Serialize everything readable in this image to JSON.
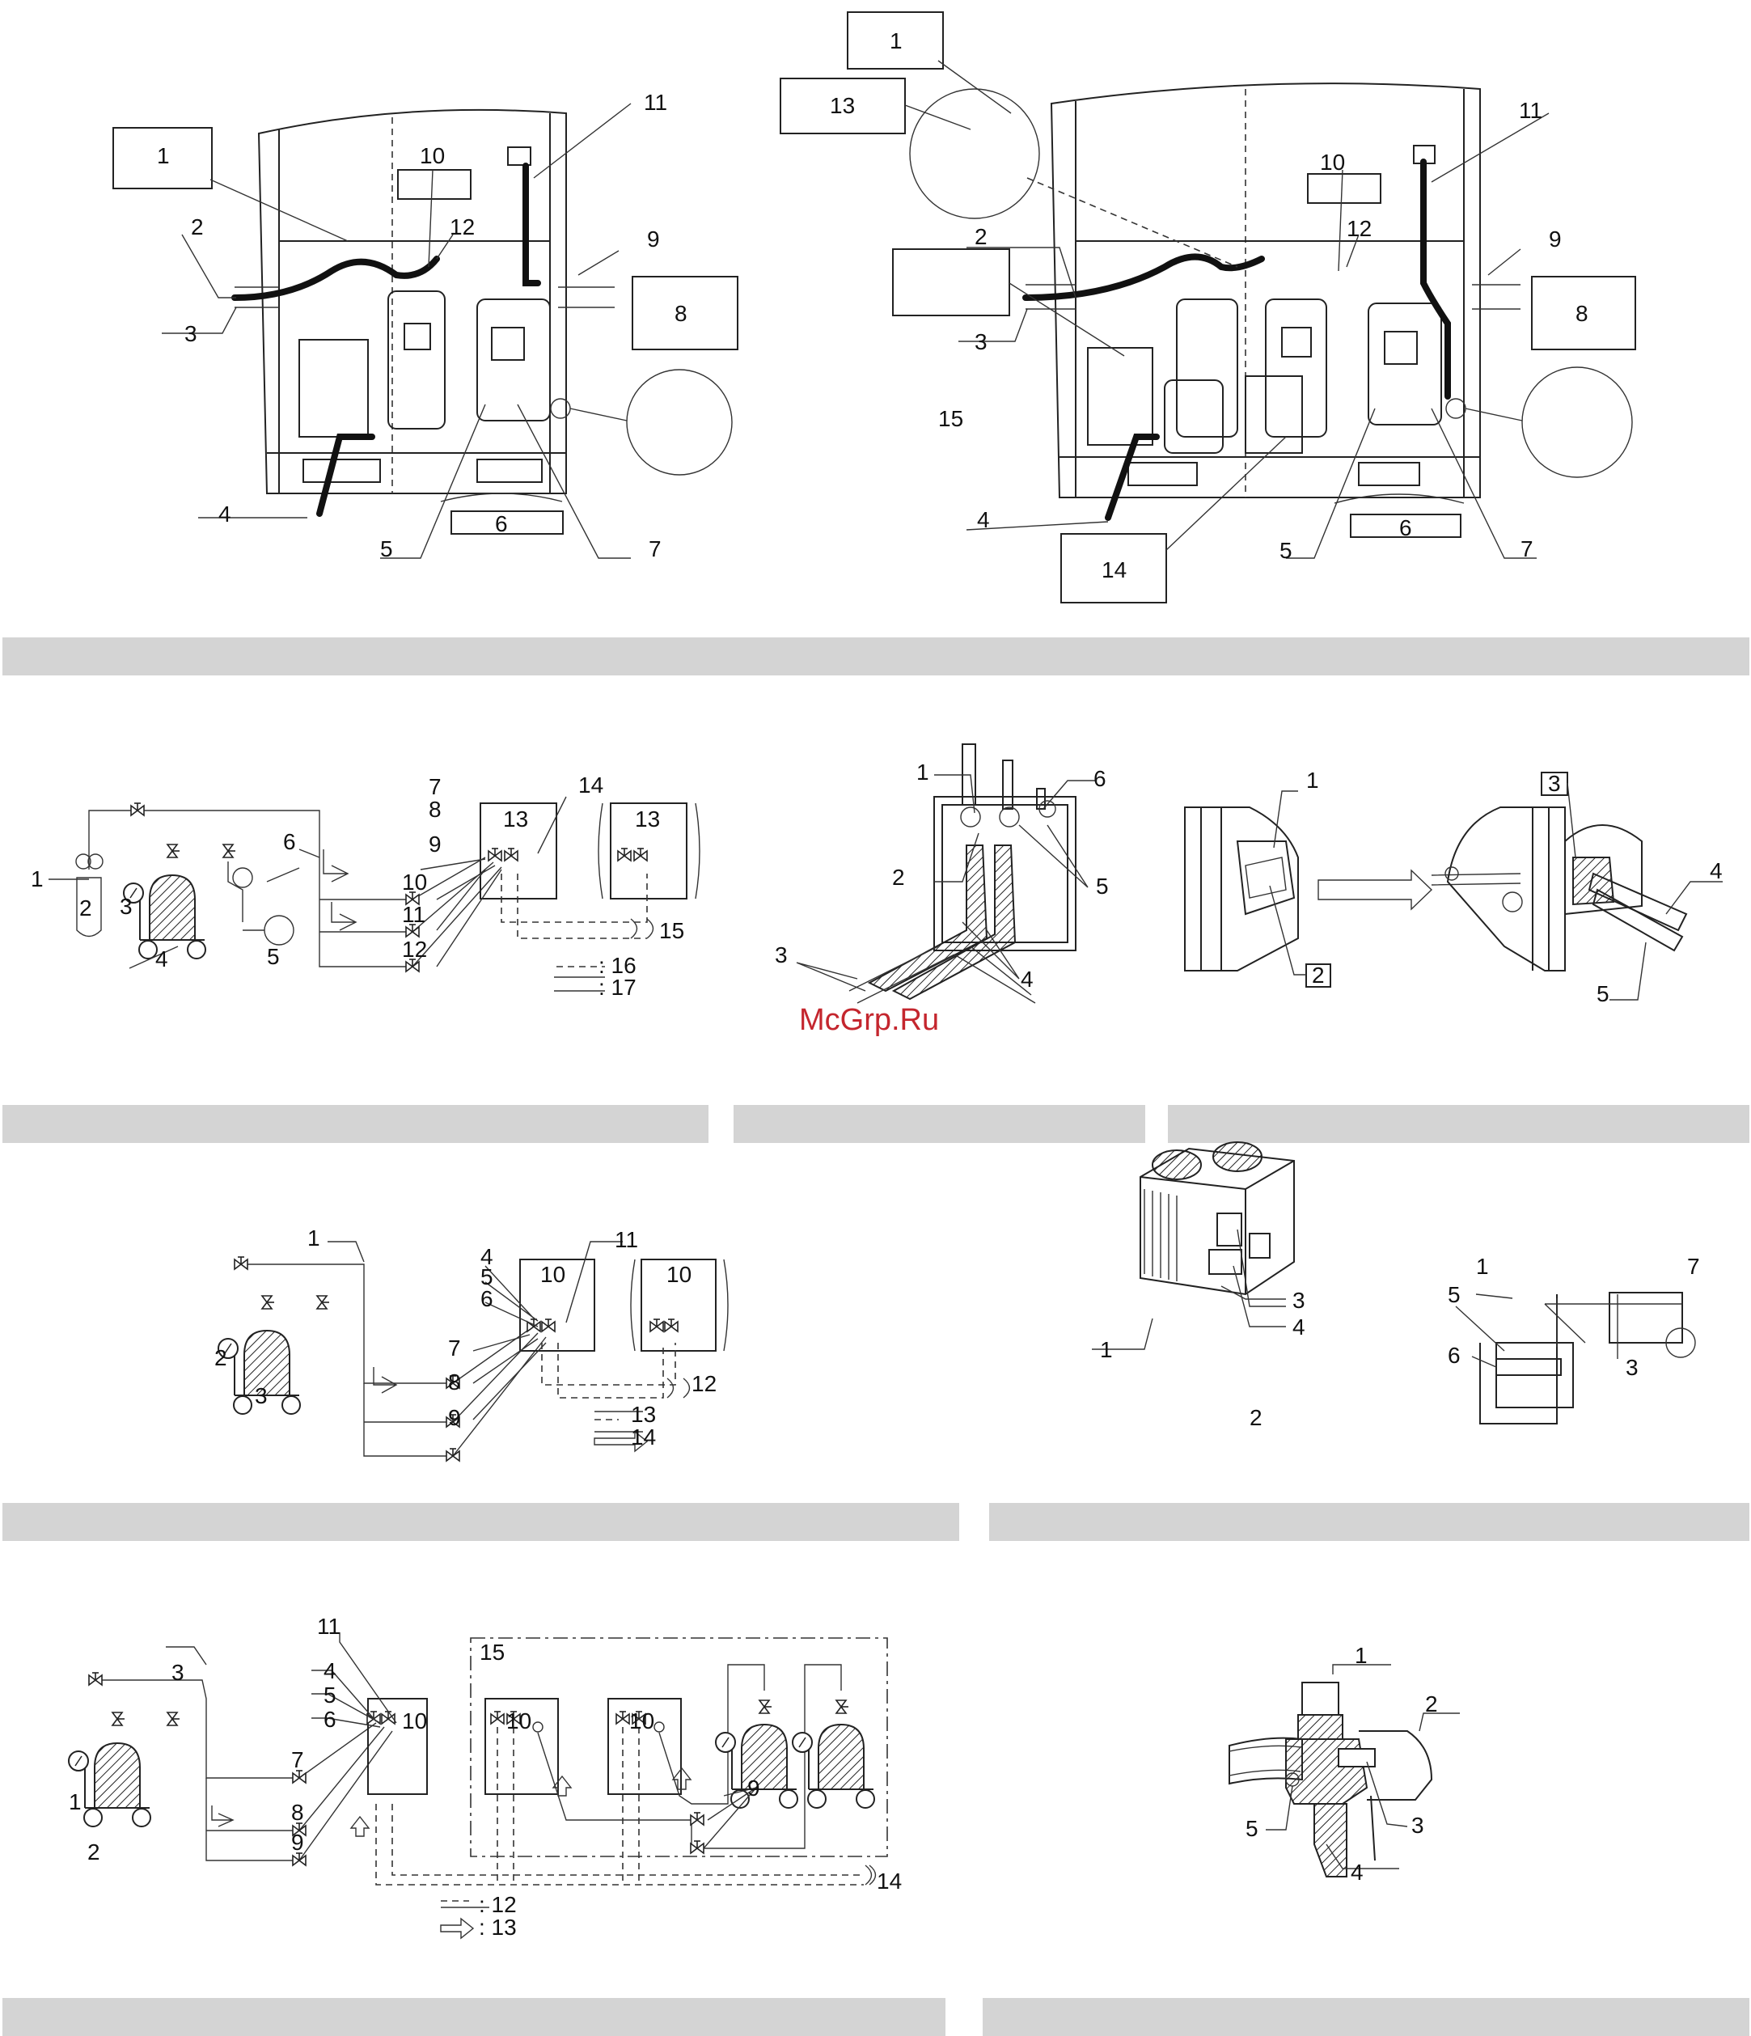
{
  "watermark": "McGrp.Ru",
  "fig_unit_wiring_a": {
    "labels": [
      "1",
      "2",
      "3",
      "4",
      "5",
      "6",
      "7",
      "8",
      "9",
      "10",
      "11",
      "12"
    ]
  },
  "fig_unit_wiring_b": {
    "labels": [
      "1",
      "2",
      "3",
      "4",
      "5",
      "6",
      "7",
      "8",
      "9",
      "10",
      "11",
      "12",
      "13",
      "14",
      "15"
    ]
  },
  "fig_charging_a": {
    "labels": [
      "1",
      "2",
      "3",
      "4",
      "5",
      "6",
      "7",
      "8",
      "9",
      "10",
      "11",
      "12",
      "13",
      "13",
      "14",
      "15"
    ],
    "legend": [
      ": 16",
      ": 17"
    ]
  },
  "fig_pipe_exit": {
    "labels": [
      "1",
      "2",
      "3",
      "4",
      "5",
      "6"
    ]
  },
  "fig_panel_knockout": {
    "labels": [
      "1",
      "2",
      "3",
      "4",
      "5"
    ]
  },
  "fig_charging_b": {
    "labels": [
      "1",
      "2",
      "3",
      "4",
      "5",
      "6",
      "7",
      "8",
      "9",
      "10",
      "10",
      "11",
      "12"
    ],
    "legend": [
      "13",
      "14"
    ]
  },
  "fig_outdoor_unit": {
    "labels": [
      "1",
      "2",
      "3",
      "4"
    ]
  },
  "fig_terminal_detail": {
    "labels": [
      "1",
      "3",
      "5",
      "6",
      "7"
    ]
  },
  "fig_charging_c": {
    "labels": [
      "1",
      "2",
      "3",
      "4",
      "5",
      "6",
      "7",
      "8",
      "9",
      "10",
      "10",
      "10",
      "11",
      "9",
      "14",
      "15"
    ],
    "legend": [
      ": 12",
      ": 13"
    ]
  },
  "fig_valve_section": {
    "labels": [
      "1",
      "2",
      "3",
      "4",
      "5"
    ]
  }
}
